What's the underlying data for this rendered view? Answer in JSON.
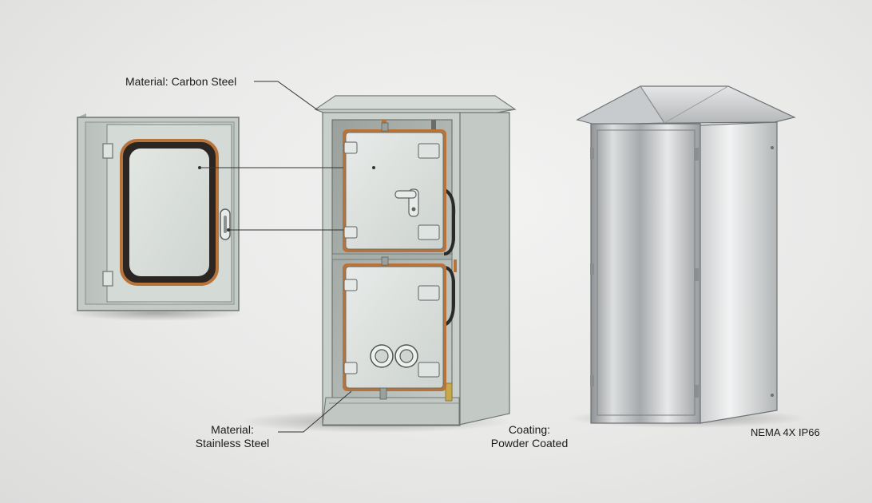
{
  "labels": {
    "material_carbon": "Material: Carbon Steel",
    "material_stainless_line1": "Material:",
    "material_stainless_line2": "Stainless Steel",
    "coating_line1": "Coating:",
    "coating_line2": "Powder Coated",
    "rating": "NEMA 4X IP66"
  },
  "colors": {
    "background": "#ececeb",
    "enclosure_body": "#c9cfcb",
    "gasket": "#b8733a",
    "stainless": "#b9bcbe",
    "leader_line": "#333333"
  }
}
